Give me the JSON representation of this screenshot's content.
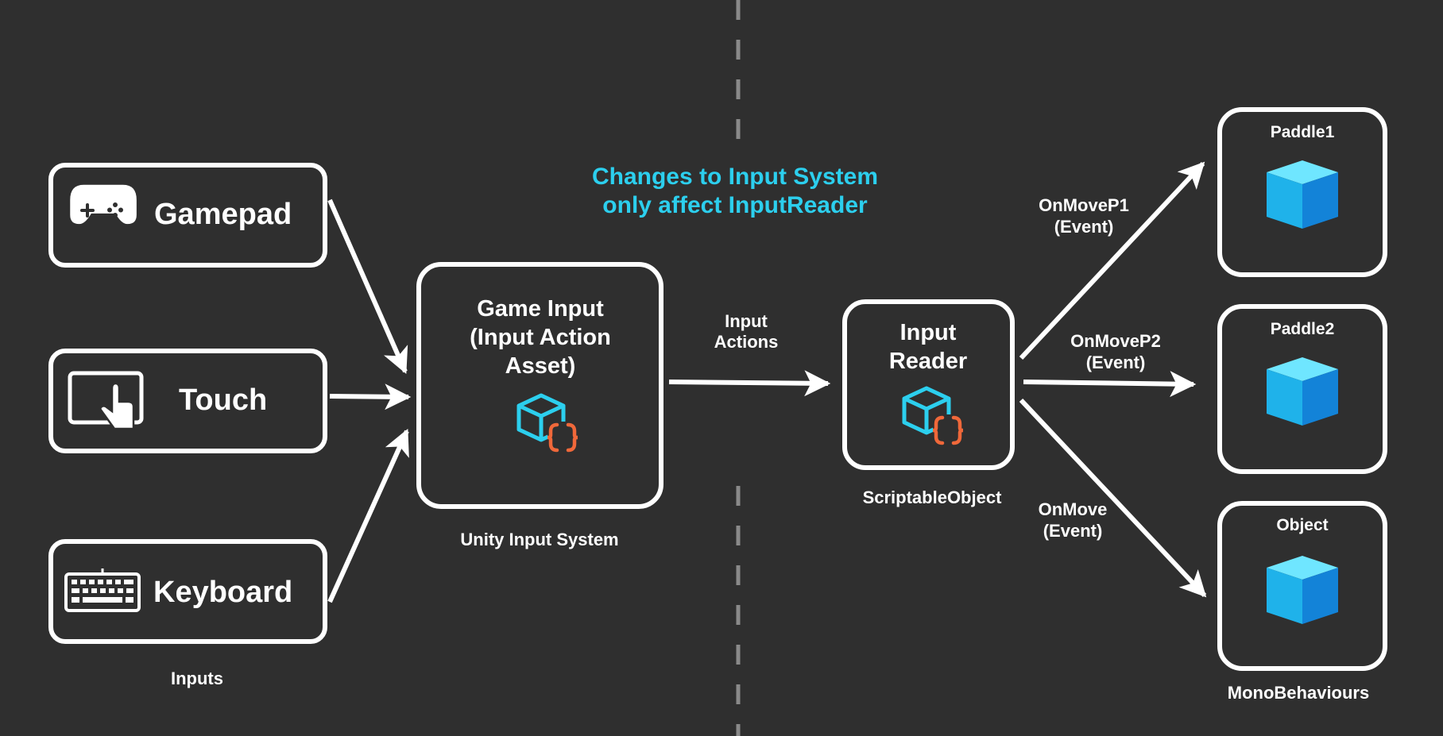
{
  "colors": {
    "background": "#2f2f2f",
    "foreground": "#ffffff",
    "accent": "#2ccfee",
    "divider": "#8a8a8a",
    "brace": "#f0683a",
    "cube_top": "#6fe6ff",
    "cube_left": "#1fb2ea",
    "cube_right": "#1383d8"
  },
  "inputs": {
    "caption": "Inputs",
    "items": [
      {
        "label": "Gamepad",
        "icon": "gamepad-icon"
      },
      {
        "label": "Touch",
        "icon": "touch-screen-icon"
      },
      {
        "label": "Keyboard",
        "icon": "keyboard-icon"
      }
    ]
  },
  "game_input": {
    "line1": "Game Input",
    "line2": "(Input Action",
    "line3": "Asset)",
    "icon": "scriptable-cube-icon",
    "caption": "Unity Input System"
  },
  "input_actions": {
    "line1": "Input",
    "line2": "Actions"
  },
  "note": {
    "line1": "Changes to Input System",
    "line2": "only affect InputReader"
  },
  "input_reader": {
    "line1": "Input",
    "line2": "Reader",
    "icon": "scriptable-cube-icon",
    "caption": "ScriptableObject"
  },
  "events": [
    {
      "line1": "OnMoveP1",
      "line2": "(Event)"
    },
    {
      "line1": "OnMoveP2",
      "line2": "(Event)"
    },
    {
      "line1": "OnMove",
      "line2": "(Event)"
    }
  ],
  "monobehaviours": {
    "caption": "MonoBehaviours",
    "items": [
      {
        "label": "Paddle1",
        "icon": "cube-icon"
      },
      {
        "label": "Paddle2",
        "icon": "cube-icon"
      },
      {
        "label": "Object",
        "icon": "cube-icon"
      }
    ]
  }
}
